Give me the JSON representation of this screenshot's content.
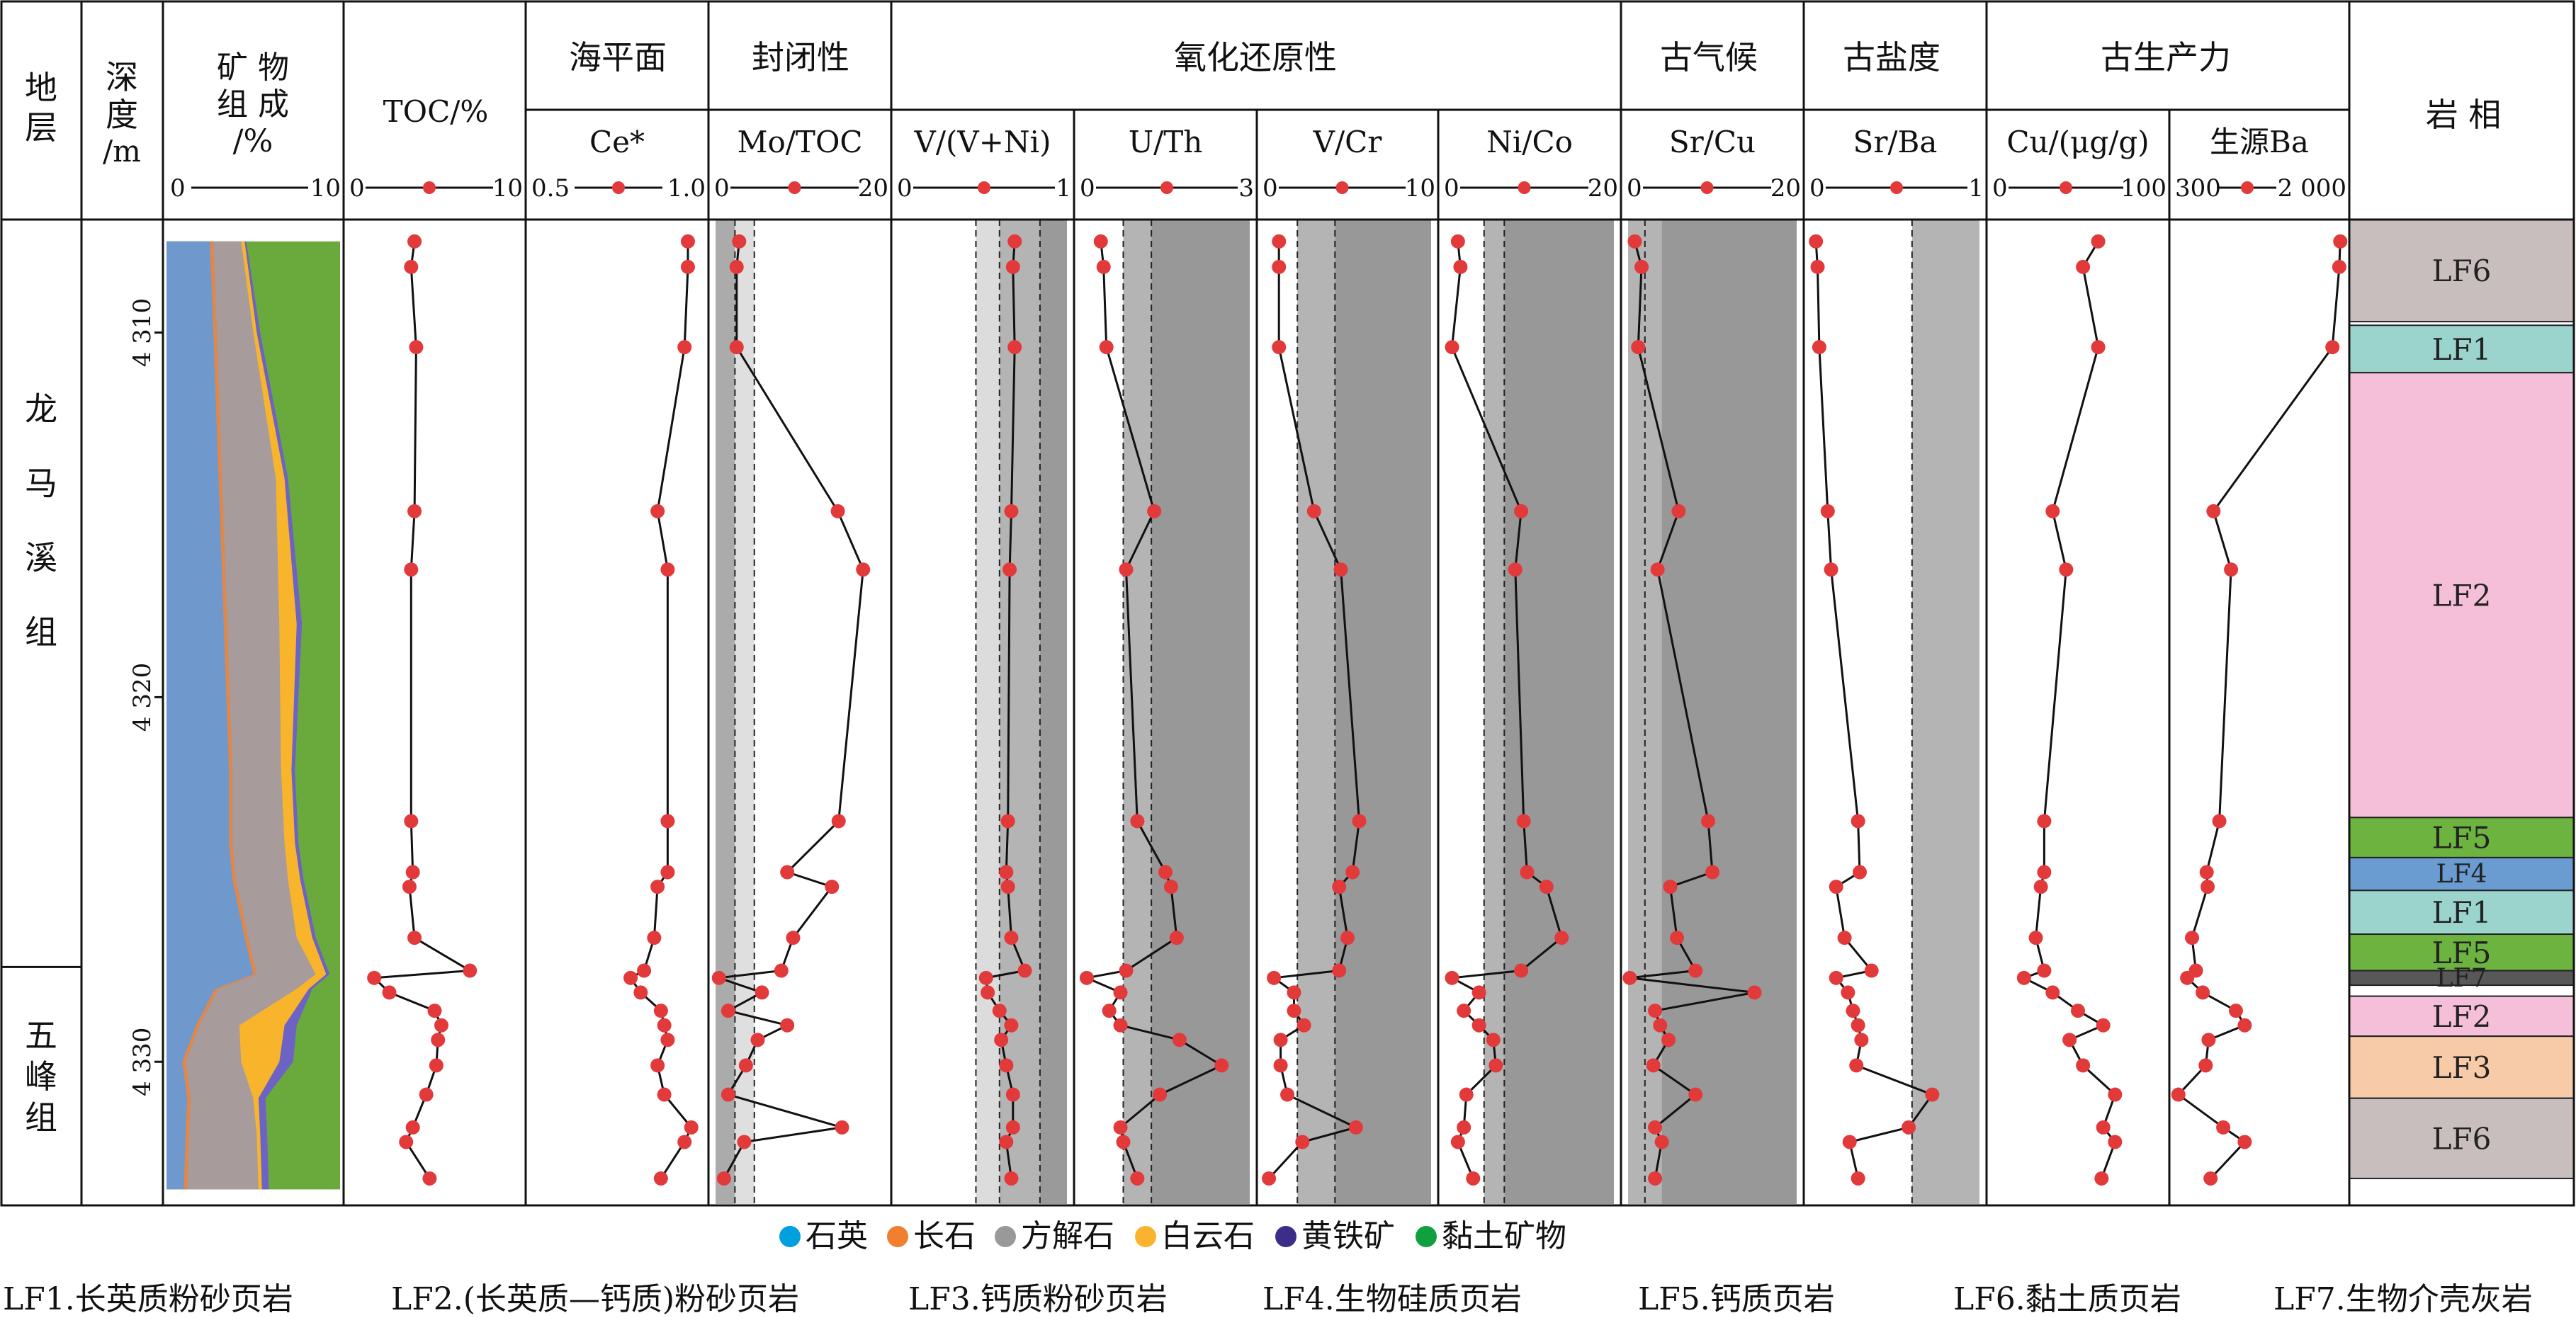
{
  "chart_data": {
    "type": "line",
    "headers": {
      "stratum": "地层",
      "depth": "深度/m",
      "mineral_lines": [
        "矿 物",
        "组 成",
        "/%"
      ],
      "toc": "TOC/%",
      "sea_level": "海平面",
      "closure": "封闭性",
      "redox": "氧化还原性",
      "paleoclimate": "古气候",
      "paleosalinity": "古盐度",
      "paleoproductivity": "古生产力",
      "lithofacies": "岩 相"
    },
    "strata": [
      {
        "name": "龙马溪组",
        "chars": [
          "龙",
          "马",
          "溪",
          "组"
        ]
      },
      {
        "name": "五峰组",
        "chars": [
          "五",
          "峰",
          "组"
        ]
      }
    ],
    "depth_ticks": [
      "4 310",
      "4 320",
      "4 330"
    ],
    "depth_tick_values": [
      4310,
      4320,
      4330
    ],
    "panels": [
      {
        "id": "toc",
        "label": "TOC/%",
        "min": 0,
        "max": 10,
        "tick_min": "0",
        "tick_max": "10"
      },
      {
        "id": "ce",
        "label": "Ce*",
        "min": 0.5,
        "max": 1.0,
        "tick_min": "0.5",
        "tick_max": "1.0"
      },
      {
        "id": "mo",
        "label": "Mo/TOC",
        "min": 0,
        "max": 20,
        "tick_min": "0",
        "tick_max": "20"
      },
      {
        "id": "v",
        "label": "V/(V+Ni)",
        "min": 0,
        "max": 1,
        "tick_min": "0",
        "tick_max": "1"
      },
      {
        "id": "u",
        "label": "U/Th",
        "min": 0,
        "max": 3,
        "tick_min": "0",
        "tick_max": "3"
      },
      {
        "id": "vcr",
        "label": "V/Cr",
        "min": 0,
        "max": 10,
        "tick_min": "0",
        "tick_max": "10"
      },
      {
        "id": "nico",
        "label": "Ni/Co",
        "min": 0,
        "max": 20,
        "tick_min": "0",
        "tick_max": "20"
      },
      {
        "id": "srcu",
        "label": "Sr/Cu",
        "min": 0,
        "max": 20,
        "tick_min": "0",
        "tick_max": "20"
      },
      {
        "id": "srba",
        "label": "Sr/Ba",
        "min": 0,
        "max": 1,
        "tick_min": "0",
        "tick_max": "1"
      },
      {
        "id": "cu",
        "label": "Cu/(μg/g)",
        "min": 0,
        "max": 100,
        "tick_min": "0",
        "tick_max": "100"
      },
      {
        "id": "ba",
        "label": "生源Ba",
        "min": 300,
        "max": 2000,
        "tick_min": "300",
        "tick_max": "2 000"
      }
    ],
    "mineral_axis": {
      "tick_min": "0",
      "tick_max": "10"
    },
    "depths": [
      4307.5,
      4308.2,
      4310.4,
      4314.9,
      4316.5,
      4323.4,
      4324.8,
      4325.2,
      4326.6,
      4327.5,
      4327.7,
      4328.1,
      4328.6,
      4329.0,
      4329.4,
      4330.1,
      4330.9,
      4331.8,
      4332.2,
      4333.2
    ],
    "series": [
      {
        "panel": "toc",
        "values": [
          3.8,
          3.6,
          3.9,
          3.8,
          3.6,
          3.6,
          3.7,
          3.5,
          3.8,
          7.1,
          1.4,
          2.3,
          5.0,
          5.4,
          5.2,
          5.1,
          4.5,
          3.7,
          3.3,
          4.7
        ]
      },
      {
        "panel": "ce",
        "values": [
          0.96,
          0.96,
          0.95,
          0.87,
          0.9,
          0.9,
          0.9,
          0.87,
          0.86,
          0.83,
          0.79,
          0.82,
          0.88,
          0.89,
          0.9,
          0.87,
          0.89,
          0.97,
          0.95,
          0.88
        ]
      },
      {
        "panel": "mo",
        "values": [
          2.8,
          2.5,
          2.5,
          14.5,
          17.5,
          14.6,
          8.5,
          13.8,
          9.2,
          7.8,
          0.4,
          5.5,
          1.5,
          8.5,
          5.0,
          3.6,
          1.5,
          15.0,
          3.4,
          1.0
        ]
      },
      {
        "panel": "v",
        "values": [
          0.69,
          0.68,
          0.69,
          0.67,
          0.66,
          0.65,
          0.64,
          0.65,
          0.67,
          0.75,
          0.52,
          0.53,
          0.6,
          0.67,
          0.61,
          0.64,
          0.68,
          0.68,
          0.64,
          0.67
        ]
      },
      {
        "panel": "u",
        "values": [
          0.35,
          0.4,
          0.45,
          1.3,
          0.8,
          1.0,
          1.5,
          1.6,
          1.7,
          0.8,
          0.1,
          0.7,
          0.5,
          0.7,
          1.75,
          2.5,
          1.4,
          0.7,
          0.75,
          1.0
        ]
      },
      {
        "panel": "vcr",
        "values": [
          0.9,
          0.9,
          0.9,
          3.0,
          4.6,
          5.7,
          5.3,
          4.5,
          5.0,
          4.5,
          0.6,
          1.8,
          1.8,
          2.4,
          1.0,
          1.0,
          1.4,
          5.5,
          2.3,
          0.3
        ]
      },
      {
        "panel": "nico",
        "values": [
          1.5,
          1.8,
          0.8,
          9.0,
          8.3,
          9.3,
          9.7,
          12.0,
          13.8,
          9.0,
          0.8,
          4.0,
          2.2,
          4.0,
          5.7,
          6.0,
          2.5,
          2.2,
          1.5,
          3.3
        ]
      },
      {
        "panel": "srcu",
        "values": [
          0.8,
          1.6,
          1.2,
          6.0,
          3.5,
          9.5,
          10.0,
          5.0,
          5.8,
          8.0,
          0.2,
          15.0,
          3.2,
          3.8,
          4.8,
          3.0,
          8.0,
          3.2,
          4.0,
          3.2
        ]
      },
      {
        "panel": "srba",
        "values": [
          0.03,
          0.04,
          0.05,
          0.1,
          0.12,
          0.28,
          0.29,
          0.15,
          0.2,
          0.36,
          0.15,
          0.22,
          0.25,
          0.28,
          0.3,
          0.27,
          0.72,
          0.58,
          0.23,
          0.28
        ]
      },
      {
        "panel": "cu",
        "values": [
          62,
          53,
          62,
          35,
          43,
          30,
          30,
          28,
          25,
          30,
          18,
          35,
          50,
          65,
          45,
          53,
          72,
          65,
          72,
          64
        ]
      },
      {
        "panel": "ba",
        "values": [
          1980,
          1970,
          1900,
          680,
          860,
          740,
          610,
          620,
          460,
          500,
          410,
          570,
          910,
          1000,
          630,
          600,
          320,
          780,
          1000,
          650
        ]
      }
    ],
    "mineral_bounds": {
      "depths": [
        4307.5,
        4310.0,
        4314.0,
        4318.0,
        4322.0,
        4324.0,
        4325.0,
        4326.6,
        4327.6,
        4328.0,
        4329.0,
        4330.0,
        4331.0,
        4332.0,
        4333.5
      ],
      "quartz": [
        2.5,
        2.7,
        3.0,
        3.3,
        3.6,
        3.6,
        3.8,
        4.5,
        5.0,
        2.8,
        1.7,
        0.9,
        1.2,
        1.1,
        1.0
      ],
      "feldspar": [
        2.7,
        2.9,
        3.2,
        3.5,
        3.8,
        3.8,
        4.0,
        4.7,
        5.2,
        3.0,
        1.9,
        1.1,
        1.4,
        1.3,
        1.2
      ],
      "calcite": [
        4.3,
        5.0,
        6.3,
        6.5,
        6.6,
        6.8,
        7.0,
        7.5,
        8.6,
        7.5,
        4.2,
        4.3,
        5.0,
        5.2,
        5.3
      ],
      "dolomite": [
        4.5,
        5.2,
        6.8,
        7.5,
        7.2,
        7.4,
        7.7,
        8.4,
        9.2,
        8.2,
        6.8,
        6.5,
        5.3,
        5.4,
        5.5
      ],
      "pyrite": [
        4.6,
        5.4,
        7.0,
        7.8,
        7.4,
        7.6,
        7.9,
        8.6,
        9.4,
        8.4,
        7.5,
        7.3,
        5.7,
        5.8,
        5.9
      ]
    },
    "shading": {
      "mo": [
        {
          "from": 0,
          "to": 2.3,
          "color": "#ababab"
        },
        {
          "from": 2.3,
          "to": 4.6,
          "color": "#dfdfdf"
        }
      ],
      "v": [
        {
          "from": 0.46,
          "to": 0.6,
          "color": "#dcdcdc"
        },
        {
          "from": 0.6,
          "to": 0.84,
          "color": "#b4b4b4"
        },
        {
          "from": 0.84,
          "to": 1.0,
          "color": "#9a9a9a"
        }
      ],
      "u": [
        {
          "from": 0.75,
          "to": 1.25,
          "color": "#b4b4b4"
        },
        {
          "from": 1.25,
          "to": 3.0,
          "color": "#989898"
        }
      ],
      "vcr": [
        {
          "from": 2.0,
          "to": 4.25,
          "color": "#b4b4b4"
        },
        {
          "from": 4.25,
          "to": 10.0,
          "color": "#989898"
        }
      ],
      "nico": [
        {
          "from": 4.6,
          "to": 7.0,
          "color": "#b4b4b4"
        },
        {
          "from": 7.0,
          "to": 20.0,
          "color": "#989898"
        }
      ],
      "srcu": [
        {
          "from": 0,
          "to": 2.0,
          "color": "#b4b4b4"
        },
        {
          "from": 2.0,
          "to": 4.0,
          "color": "#b4b4b4"
        },
        {
          "from": 4.0,
          "to": 20.0,
          "color": "#989898"
        }
      ],
      "srba": [
        {
          "from": 0.6,
          "to": 1.0,
          "color": "#b4b4b4"
        }
      ]
    },
    "dashed_lines": {
      "mo": [
        2.3,
        4.6
      ],
      "v": [
        0.46,
        0.6,
        0.84
      ],
      "u": [
        0.75,
        1.25
      ],
      "vcr": [
        2.0,
        4.25
      ],
      "nico": [
        4.6,
        7.0
      ],
      "srcu": [
        2.0
      ],
      "srba": [
        0.6
      ]
    },
    "lithofacies": [
      {
        "label": "LF6",
        "top": 4306.9,
        "bottom": 4309.7,
        "color": "#c9bebe"
      },
      {
        "label": "LF1",
        "top": 4309.8,
        "bottom": 4311.1,
        "color": "#9bd3cd"
      },
      {
        "label": "LF2",
        "top": 4311.1,
        "bottom": 4323.3,
        "color": "#f5bfd9"
      },
      {
        "label": "LF5",
        "top": 4323.3,
        "bottom": 4324.4,
        "color": "#6db33f"
      },
      {
        "label": "LF4",
        "top": 4324.4,
        "bottom": 4325.3,
        "color": "#6a9bd1"
      },
      {
        "label": "LF1",
        "top": 4325.3,
        "bottom": 4326.5,
        "color": "#9bd3cd"
      },
      {
        "label": "LF5",
        "top": 4326.5,
        "bottom": 4327.5,
        "color": "#6db33f"
      },
      {
        "label": "LF7",
        "top": 4327.5,
        "bottom": 4327.9,
        "color": "#585858"
      },
      {
        "label": "LF2",
        "top": 4328.2,
        "bottom": 4329.3,
        "color": "#f5bfd9"
      },
      {
        "label": "LF3",
        "top": 4329.3,
        "bottom": 4331.0,
        "color": "#f8cba8"
      },
      {
        "label": "LF6",
        "top": 4331.0,
        "bottom": 4333.2,
        "color": "#c9bebe"
      }
    ],
    "mineral_legend": [
      {
        "name": "石英",
        "color": "#00a0e0"
      },
      {
        "name": "长石",
        "color": "#f08030"
      },
      {
        "name": "方解石",
        "color": "#999999"
      },
      {
        "name": "白云石",
        "color": "#fbb32e"
      },
      {
        "name": "黄铁矿",
        "color": "#3c2d8a"
      },
      {
        "name": "黏土矿物",
        "color": "#10a040"
      }
    ],
    "lithofacies_legend": [
      "LF1.长英质粉砂页岩",
      "LF2.(长英质—钙质)粉砂页岩",
      "LF3.钙质粉砂页岩",
      "LF4.生物硅质页岩",
      "LF5.钙质页岩",
      "LF6.黏土质页岩",
      "LF7.生物介壳灰岩"
    ],
    "colors": {
      "marker": "#e23a3a",
      "quartz_fill": "#6f99cc",
      "feldspar_fill": "#e0874a",
      "calcite_fill": "#a89b9b",
      "dolomite_fill": "#f8b52c",
      "pyrite_fill": "#6d63c4",
      "clay_fill": "#6aaa3c"
    }
  }
}
